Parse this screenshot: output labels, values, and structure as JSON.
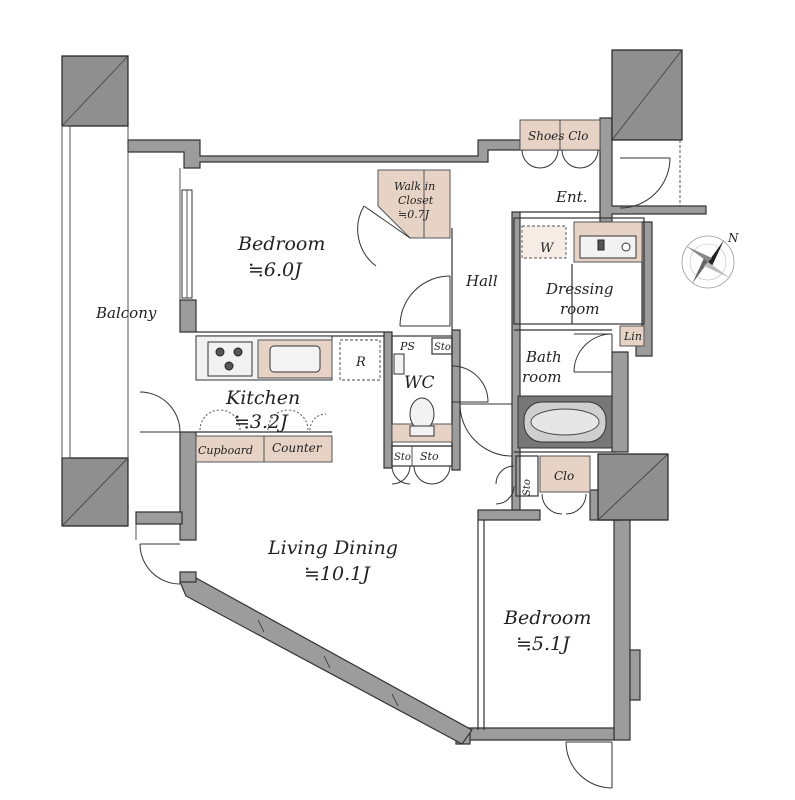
{
  "rooms": {
    "balcony": "Balcony",
    "bedroom_main": {
      "name": "Bedroom",
      "size": "≒6.0J"
    },
    "walk_in_closet": {
      "line1": "Walk in",
      "line2": "Closet",
      "size": "≒0.7J"
    },
    "hall": "Hall",
    "entrance": "Ent.",
    "shoes_closet": "Shoes Clo",
    "dressing_room": {
      "line1": "Dressing",
      "line2": "room"
    },
    "washer": "W",
    "linen": "Lin",
    "bath_room": {
      "line1": "Bath",
      "line2": "room"
    },
    "kitchen": {
      "name": "Kitchen",
      "size": "≒3.2J"
    },
    "refrigerator": "R",
    "pipe_space": "PS",
    "storage_small": "Sto",
    "wc": "WC",
    "wc_storage_left": "Sto",
    "wc_storage_right": "Sto",
    "cupboard": "Cupboard",
    "counter": "Counter",
    "storage_side": "Sto",
    "closet": "Clo",
    "living_dining": {
      "name": "Living Dining",
      "size": "≒10.1J"
    },
    "bedroom_second": {
      "name": "Bedroom",
      "size": "≒5.1J"
    }
  },
  "compass": {
    "north": "N"
  }
}
